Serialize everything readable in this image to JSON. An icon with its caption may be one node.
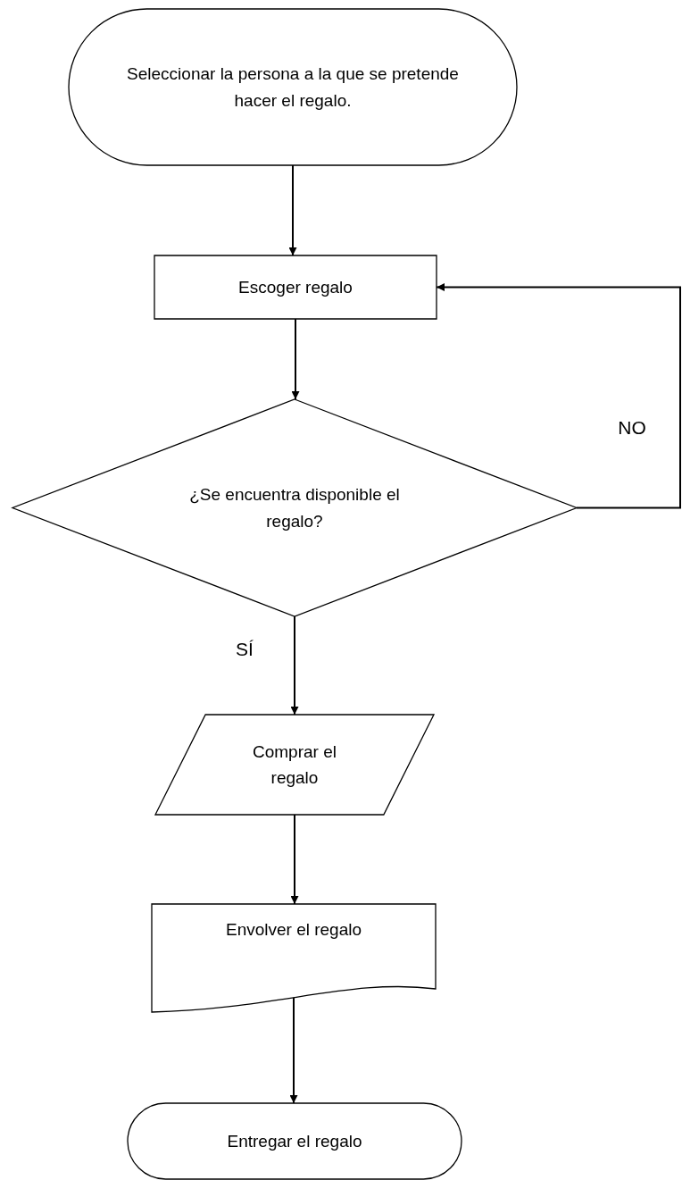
{
  "diagram": {
    "nodes": [
      {
        "text": [
          "Seleccionar la persona a la que se pretende hacer el regalo."
        ]
      },
      {
        "text": [
          "Escoger regalo"
        ]
      },
      {
        "text": [
          "¿Se encuentra disponible el regalo?"
        ]
      },
      {
        "text": [
          "Comprar el regalo"
        ]
      },
      {
        "text": [
          "Envolver el regalo"
        ]
      },
      {
        "text": [
          "Entregar el regalo"
        ]
      }
    ],
    "edges": [
      {
        "from": 0,
        "to": 1,
        "arrow": "to"
      },
      {
        "from": 1,
        "to": 2,
        "arrow": "to"
      },
      {
        "from": 2,
        "to": 1,
        "arrow": "to",
        "label": "NO"
      },
      {
        "from": 2,
        "to": 3,
        "arrow": "to",
        "label": "SÍ"
      },
      {
        "from": 3,
        "to": 4,
        "arrow": "to"
      },
      {
        "from": 4,
        "to": 5,
        "arrow": "to"
      }
    ]
  }
}
